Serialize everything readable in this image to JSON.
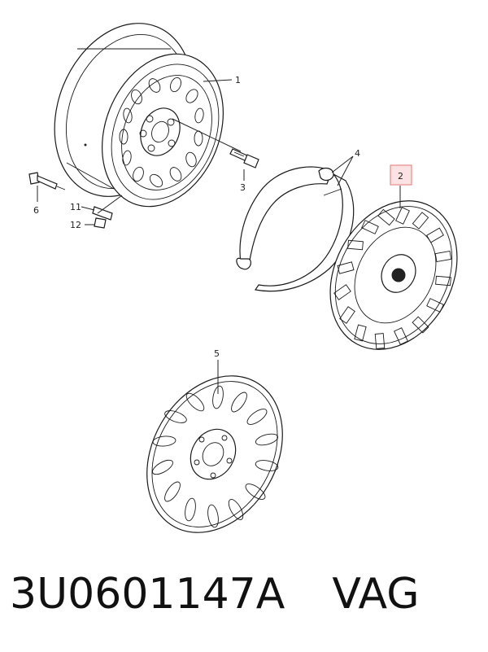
{
  "callouts": {
    "c1": "1",
    "c2": "2",
    "c3": "3",
    "c4": "4",
    "c5": "5",
    "c6": "6",
    "c11": "11",
    "c12": "12"
  },
  "highlight_color": "#e88a8a",
  "caption": {
    "part_number": "3U0601147A",
    "brand": "VAG"
  }
}
